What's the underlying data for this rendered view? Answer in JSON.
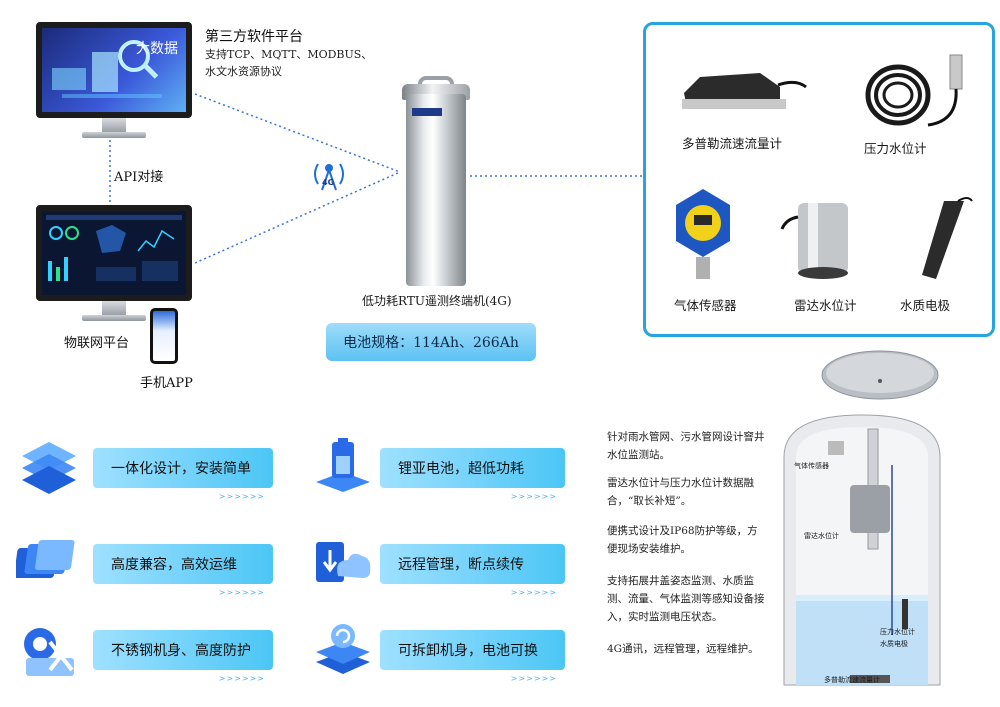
{
  "third_party": {
    "title": "第三方软件平台",
    "desc_line1": "支持TCP、MQTT、MODBUS、",
    "desc_line2": "水文水资源协议",
    "screen_text": "大数据"
  },
  "api_label": "API对接",
  "iot_platform_label": "物联网平台",
  "mobile_app_label": "手机APP",
  "network_badge": "4G",
  "rtu": {
    "label": "低功耗RTU遥测终端机(4G)",
    "battery": "电池规格：114Ah、266Ah"
  },
  "sensors": [
    {
      "label": "多普勒流速流量计",
      "icon": "doppler-flowmeter-icon"
    },
    {
      "label": "压力水位计",
      "icon": "pressure-level-gauge-icon"
    },
    {
      "label": "气体传感器",
      "icon": "gas-sensor-icon"
    },
    {
      "label": "雷达水位计",
      "icon": "radar-level-gauge-icon"
    },
    {
      "label": "水质电极",
      "icon": "water-quality-electrode-icon"
    }
  ],
  "features": [
    {
      "label": "一体化设计，安装简单",
      "icon": "layers-icon"
    },
    {
      "label": "锂亚电池，超低功耗",
      "icon": "battery-icon"
    },
    {
      "label": "高度兼容，高效运维",
      "icon": "cards-icon"
    },
    {
      "label": "远程管理，断点续传",
      "icon": "cloud-download-icon"
    },
    {
      "label": "不锈钢机身、高度防护",
      "icon": "gear-tools-icon"
    },
    {
      "label": "可拆卸机身，电池可换",
      "icon": "refresh-stack-icon"
    }
  ],
  "feature_arrows": ">>>>>>",
  "descriptions": [
    "针对雨水管网、污水管网设计窨井水位监测站。",
    "雷达水位计与压力水位计数据融合，“取长补短”。",
    "便携式设计及IP68防护等级，方便现场安装维护。",
    "支持拓展井盖姿态监测、水质监测、流量、气体监测等感知设备接入，实时监测电压状态。",
    "4G通讯，远程管理，远程维护。"
  ],
  "well_labels": {
    "gas": "气体传感器",
    "radar": "雷达水位计",
    "pressure": "压力水位计",
    "quality": "水质电极",
    "doppler": "多普勒流速流量计"
  },
  "colors": {
    "accent_blue": "#27a3e0",
    "bar_light": "#9fe0ff",
    "bar_dark": "#4cc6f5",
    "link_dots": "#3b74d6"
  }
}
